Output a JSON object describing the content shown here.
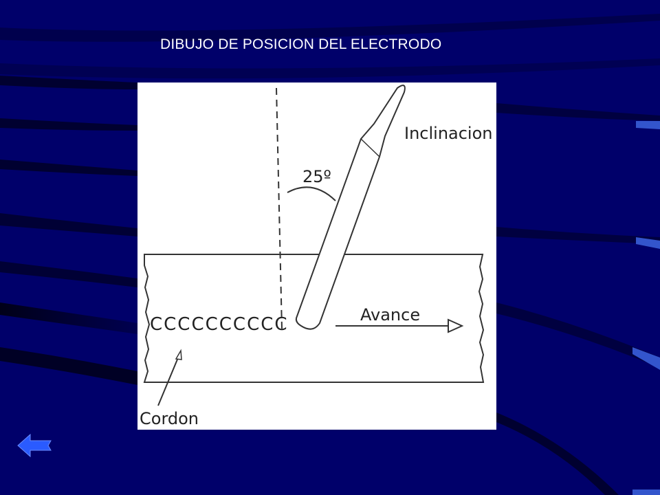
{
  "slide": {
    "title": "DIBUJO DE POSICION DEL ELECTRODO"
  },
  "diagram": {
    "labels": {
      "angle": "25º",
      "tilt": "Inclinacion",
      "advance": "Avance",
      "bead_label": "Cordon",
      "bead_pattern": "CCCCCCCCCC"
    }
  },
  "navigation": {
    "back_icon": "back-arrow-icon"
  },
  "colors": {
    "background": "#00006a",
    "title_text": "#ffffff",
    "figure_background": "#ffffff",
    "back_arrow": "#2a5bff"
  }
}
